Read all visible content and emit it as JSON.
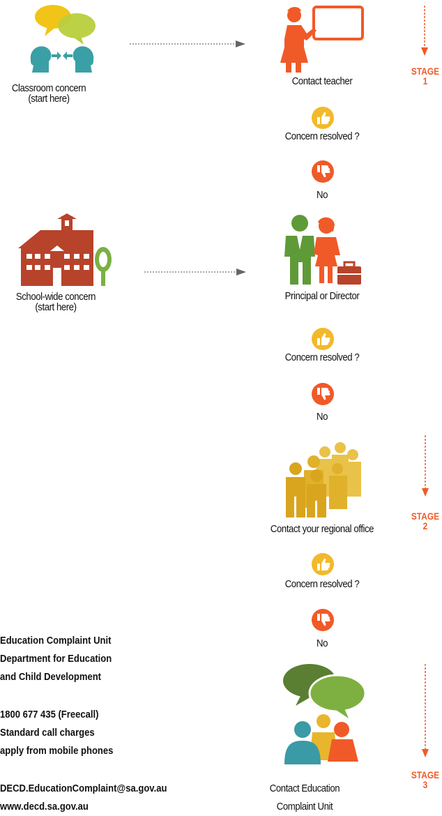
{
  "colors": {
    "orange": "#f05a28",
    "yellow": "#f2b92a",
    "green": "#5f8f36",
    "lime": "#9cc43c",
    "teal": "#3a9aa6",
    "brick": "#b8432b",
    "gold": "#e2b92f",
    "arrow": "#777777"
  },
  "start_points": {
    "classroom": {
      "line1": "Classroom concern",
      "line2": "(start here)",
      "icon": "people-talking-icon"
    },
    "school_wide": {
      "line1": "School-wide concern",
      "line2": "(start here)",
      "icon": "school-building-icon"
    }
  },
  "flow": {
    "step1": {
      "label": "Contact teacher",
      "icon": "teacher-icon"
    },
    "resolved1": {
      "label": "Concern resolved ?",
      "icon": "thumbs-up-icon"
    },
    "no1": {
      "label": "No",
      "icon": "thumbs-down-icon"
    },
    "step2": {
      "label": "Principal or Director",
      "icon": "principal-director-icon"
    },
    "resolved2": {
      "label": "Concern resolved ?"
    },
    "no2": {
      "label": "No"
    },
    "step3": {
      "label": "Contact your regional office",
      "icon": "crowd-icon"
    },
    "resolved3": {
      "label": "Concern resolved ?"
    },
    "no3": {
      "label": "No"
    },
    "step4": {
      "line1": "Contact Education",
      "line2": "Complaint Unit",
      "icon": "speech-group-icon"
    }
  },
  "stages": [
    {
      "word": "STAGE",
      "num": "1"
    },
    {
      "word": "STAGE",
      "num": "2"
    },
    {
      "word": "STAGE",
      "num": "3"
    }
  ],
  "contact": {
    "org_line1": "Education Complaint Unit",
    "org_line2": "Department for Education",
    "org_line3": "and Child Development",
    "phone": "1800 677 435 (Freecall)",
    "phone_note1": "Standard call charges",
    "phone_note2": "apply from mobile phones",
    "email": "DECD.EducationComplaint@sa.gov.au",
    "web": "www.decd.sa.gov.au"
  }
}
